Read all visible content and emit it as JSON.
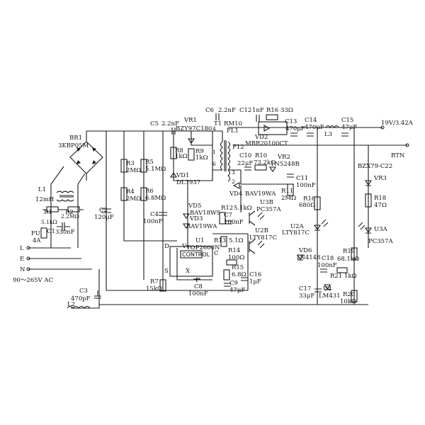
{
  "labels": {
    "br1": "BR1",
    "br1_part": "3KBP05M",
    "l1": "L1",
    "l1_val": "12mH",
    "r1": "R1",
    "r2": "R2",
    "r12_val": "5.1kΩ",
    "r2_val": "2.2MΩ",
    "c1": "C1",
    "c1_val": "330nF",
    "fu": "FU",
    "fu_val": "4A",
    "l": "L",
    "e": "E",
    "n": "N",
    "ac_in": "90～265V AC",
    "c2": "C2",
    "c2_val": "120μF",
    "c3": "C3",
    "c3_val": "470pF",
    "l2": "L2",
    "r3": "R3",
    "r3_val": "2MΩ",
    "r4": "R4",
    "r4_val": "2MΩ",
    "r5": "R5",
    "r5_val": "5.1MΩ",
    "r6": "R6",
    "r6_val": "6.8MΩ",
    "c4": "C4",
    "c4_val": "100nF",
    "c5": "C5",
    "c5_val": "2.2nF",
    "vr1": "VR1",
    "vr1_part": "BZY97C180",
    "r8": "R8",
    "r8_val": "1kΩ",
    "r9": "R9",
    "r9_val": "1kΩ",
    "vd1": "VD1",
    "vd1_part": "DL7937",
    "c6": "C6",
    "c6_val": "2.2nF",
    "t1": "T1",
    "t1_part": "RM10",
    "fl1": "FL1",
    "f12": "F12",
    "pin4": "4",
    "pin1": "1",
    "pin6": "6",
    "pin3": "3",
    "pin2": "2",
    "c12": "C12",
    "c12_val": "1nF",
    "r16": "R16",
    "r16_val": "33Ω",
    "vd2": "VD2",
    "vd2_part": "MBR20100CT",
    "c13": "C13",
    "c13_val": "470μF",
    "c14": "C14",
    "c14_val": "470μF",
    "l3": "L3",
    "c15": "C15",
    "c15_val": "47μF",
    "out_v": "19V/3.42A",
    "rtn": "RTN",
    "c10": "C10",
    "c10_val": "22μF",
    "r10": "R10",
    "r10_val": "73.2kΩ",
    "vr2": "VR2",
    "vr2_part": "1N5248B",
    "c11": "C11",
    "c11_val": "100nF",
    "r11": "R11",
    "r11_val": "2MΩ",
    "vd4": "VD4",
    "vd4_part": "BAV19WA",
    "vd5": "VD5",
    "vd5_part": "BAV18WS",
    "vd3": "VD3",
    "vd3_part": "BAV19WA",
    "r12": "R12",
    "c7": "C7",
    "c7_val": "100nF",
    "u3b": "U3B",
    "u3b_part": "PC357A",
    "u2b": "U2B",
    "u2b_part": "LTY817C",
    "u1": "U1",
    "u1_part": "TOP2600N",
    "r13": "R13",
    "r13_val": "5.1Ω",
    "control": "CONTROL",
    "pin_d": "D",
    "pin_v": "V",
    "pin_c": "C",
    "pin_s": "S",
    "pin_x": "X",
    "pin_f": "F",
    "r14": "R14",
    "r14_val": "100Ω",
    "r15": "R15",
    "r15_val": "6.8Ω",
    "c16": "C16",
    "c16_val": "1μF",
    "c8": "C8",
    "c8_val": "100nF",
    "c9": "C9",
    "c9_val": "47μF",
    "r7": "R7",
    "r7_val": "15kΩ",
    "r16b": "R16",
    "r16b_val": "680Ω",
    "u2a": "U2A",
    "u2a_part": "LTY817C",
    "vd6": "VD6",
    "vd6_part": "1N4148",
    "c18": "C18",
    "c18_val": "100nF",
    "r19": "R19",
    "r19_val": "68.1kΩ",
    "r21": "R21",
    "r21_val": "1kΩ",
    "c17": "C17",
    "c17_val": "33μF",
    "u4": "U4",
    "u4_part": "LM431",
    "r20": "R20",
    "r20_val": "10kΩ",
    "vr3_part": "BZX79-C22",
    "vr3": "VR3",
    "r18": "R18",
    "r18_val": "47Ω",
    "u3a": "U3A",
    "u3a_part": "PC357A"
  }
}
